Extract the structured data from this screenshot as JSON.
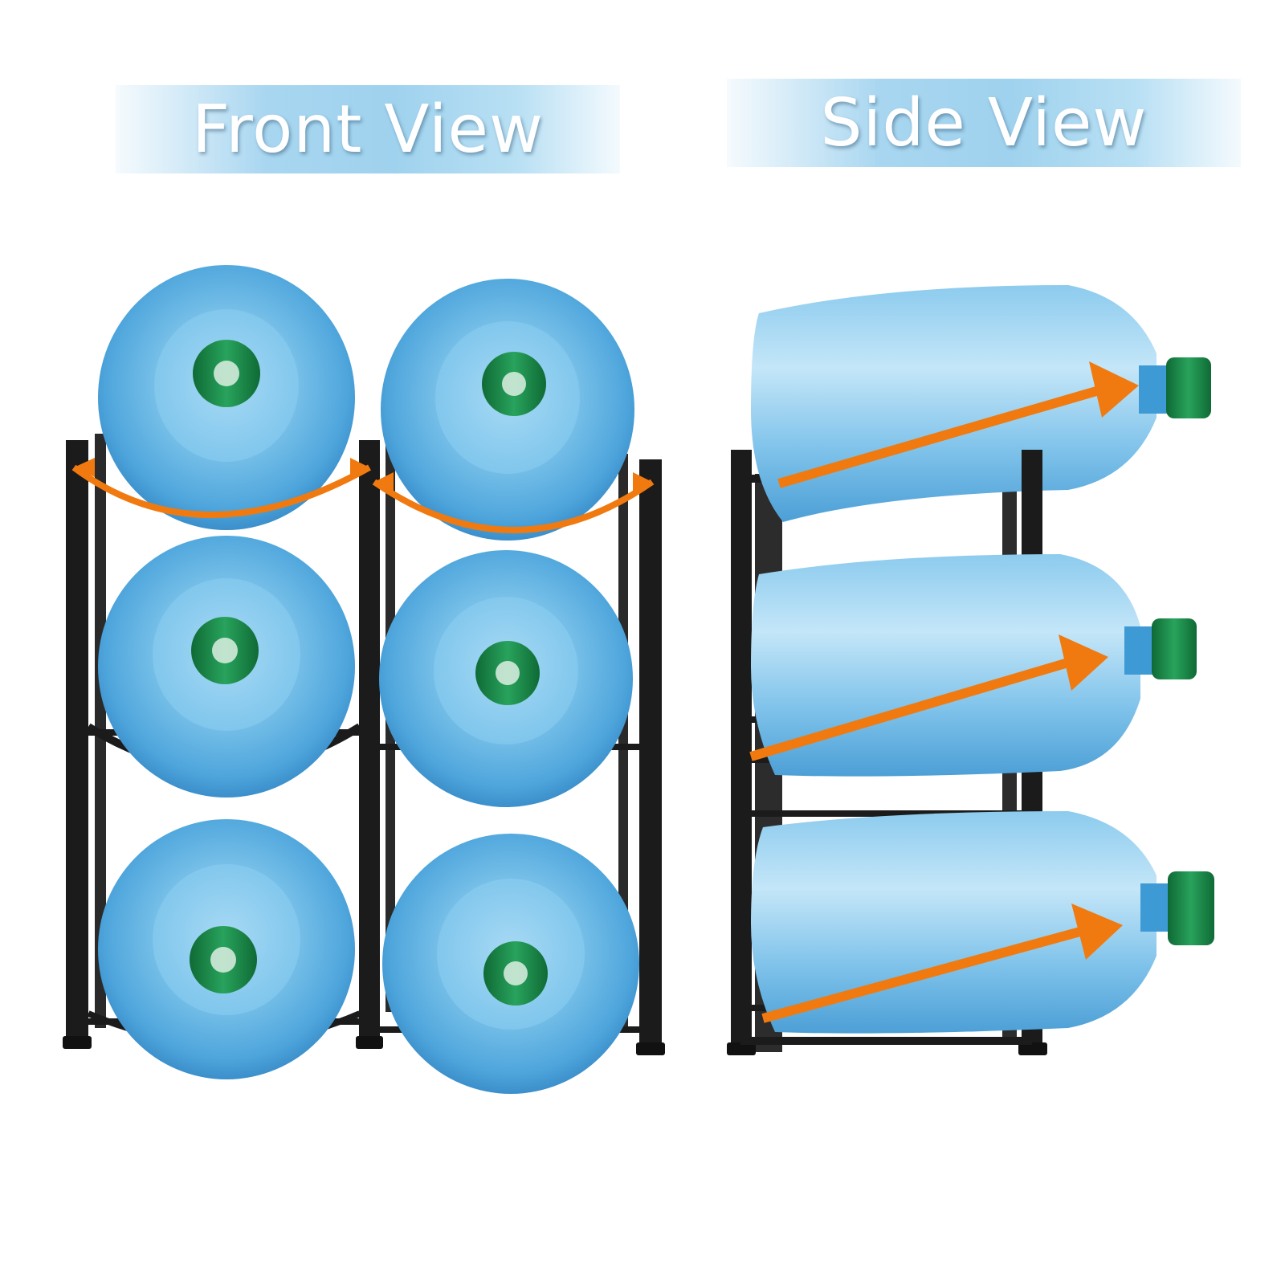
{
  "labels": {
    "front_view": "Front View",
    "side_view": "Side View"
  },
  "colors": {
    "banner": "#a8d6f0",
    "rack": "#1b1b1b",
    "bottle": "#5aaee0",
    "cap": "#1c8a4a",
    "arrow": "#f07a10"
  },
  "counts": {
    "front_bottles": 6,
    "side_bottles": 3
  }
}
